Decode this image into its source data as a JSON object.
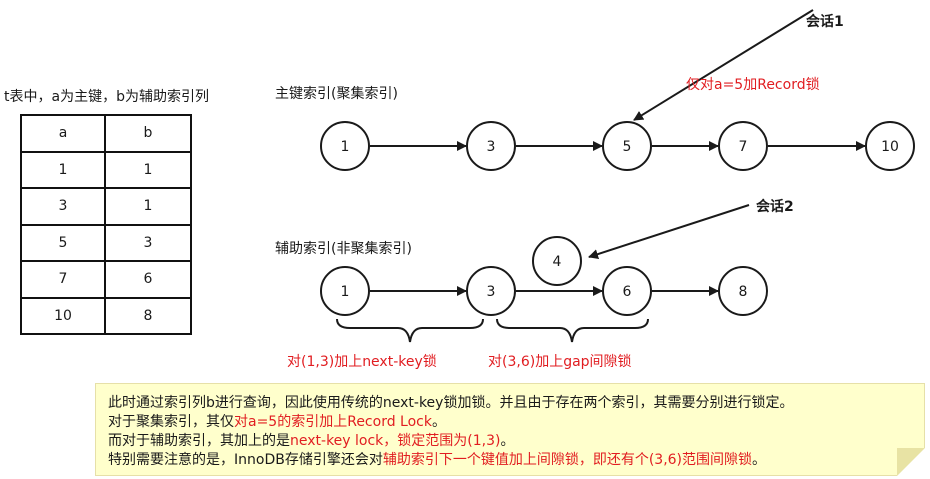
{
  "table": {
    "caption": "t表中，a为主键，b为辅助索引列",
    "headers": [
      "a",
      "b"
    ],
    "rows": [
      [
        "1",
        "1"
      ],
      [
        "3",
        "1"
      ],
      [
        "5",
        "3"
      ],
      [
        "7",
        "6"
      ],
      [
        "10",
        "8"
      ]
    ]
  },
  "primary": {
    "label": "主键索引(聚集索引)",
    "nodes": [
      "1",
      "3",
      "5",
      "7",
      "10"
    ],
    "session": "会话1",
    "lock_note": "仅对a=5加Record锁"
  },
  "secondary": {
    "label": "辅助索引(非聚集索引)",
    "nodes": [
      "1",
      "3",
      "6",
      "8"
    ],
    "inserted": "4",
    "session": "会话2",
    "brace1": "对(1,3)加上next-key锁",
    "brace2": "对(3,6)加上gap间隙锁"
  },
  "colors": {
    "lock_red": "#e11d21",
    "note_bg": "#ffffcc"
  },
  "note": {
    "l1": "此时通过索引列b进行查询，因此使用传统的next-key锁加锁。并且由于存在两个索引，其需要分别进行锁定。",
    "l2_a": "对于聚集索引，其仅",
    "l2_b": "对a=5的索引加上Record Lock",
    "l2_c": "。",
    "l3_a": "而对于辅助索引，其加上的是",
    "l3_b": "next-key lock，锁定范围为(1,3)",
    "l3_c": "。",
    "l4_a": "特别需要注意的是，InnoDB存储引擎还会对",
    "l4_b": "辅助索引下一个键值加上间隙锁，即还有个(3,6)范围间隙锁",
    "l4_c": "。"
  }
}
